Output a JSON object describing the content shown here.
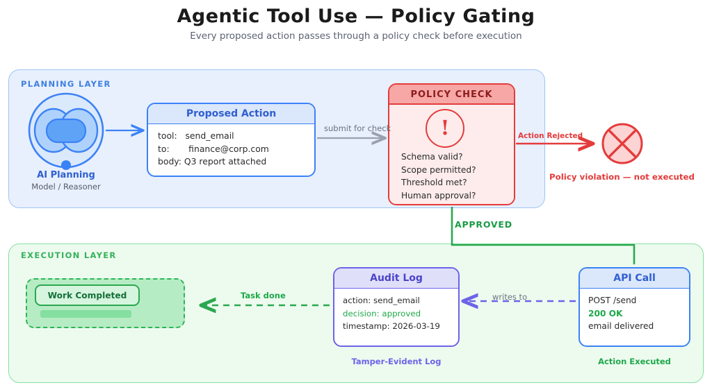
{
  "header": {
    "title": "Agentic Tool Use — Policy Gating",
    "subtitle": "Every proposed action passes through a policy check before execution"
  },
  "layers": {
    "planning": {
      "label": "PLANNING LAYER",
      "color": "#3f7fe0",
      "fill": "#e8f0fe"
    },
    "execution": {
      "label": "EXECUTION LAYER",
      "color": "#36b15a",
      "fill": "#edfbef"
    }
  },
  "planning": {
    "agent": {
      "icon": "brain-icon",
      "title": "AI Planning",
      "subtitle": "Model / Reasoner",
      "color": "#3b82f6"
    },
    "proposed_action": {
      "title": "Proposed Action",
      "color": "#3b82f6",
      "lines": {
        "tool": "tool:   send_email",
        "to": "to:       finance@corp.com",
        "body": "body: Q3 report attached"
      }
    },
    "policy_check": {
      "title": "POLICY CHECK",
      "color": "#e43b3b",
      "warning_icon": "!",
      "checks": {
        "schema": "Schema valid?",
        "scope": "Scope permitted?",
        "threshold": "Threshold met?",
        "human": "Human approval?"
      }
    },
    "rejected": {
      "edge_label": "Action Rejected",
      "icon": "x-circle-icon",
      "caption": "Policy violation — not executed",
      "color": "#e43b3b"
    }
  },
  "edges": {
    "submit": "submit for check",
    "approved": "APPROVED",
    "writes_to": "writes to",
    "task_done": "Task done"
  },
  "execution": {
    "api_call": {
      "title": "API Call",
      "color": "#3b82f6",
      "lines": {
        "request": "POST /send",
        "status": "200 OK",
        "detail": "email delivered"
      },
      "caption": "Action Executed",
      "caption_color": "#1fa84a",
      "status_color": "#1fa84a"
    },
    "audit_log": {
      "title": "Audit Log",
      "color": "#6c63e8",
      "lines": {
        "action": "action: send_email",
        "decision": "decision: approved",
        "timestamp": "timestamp: 2026-03-19"
      },
      "decision_color": "#1fa84a",
      "caption": "Tamper-Evident Log",
      "caption_color": "#6c63e8"
    },
    "work_completed": {
      "label": "Work Completed",
      "color": "#2aa84f"
    }
  }
}
